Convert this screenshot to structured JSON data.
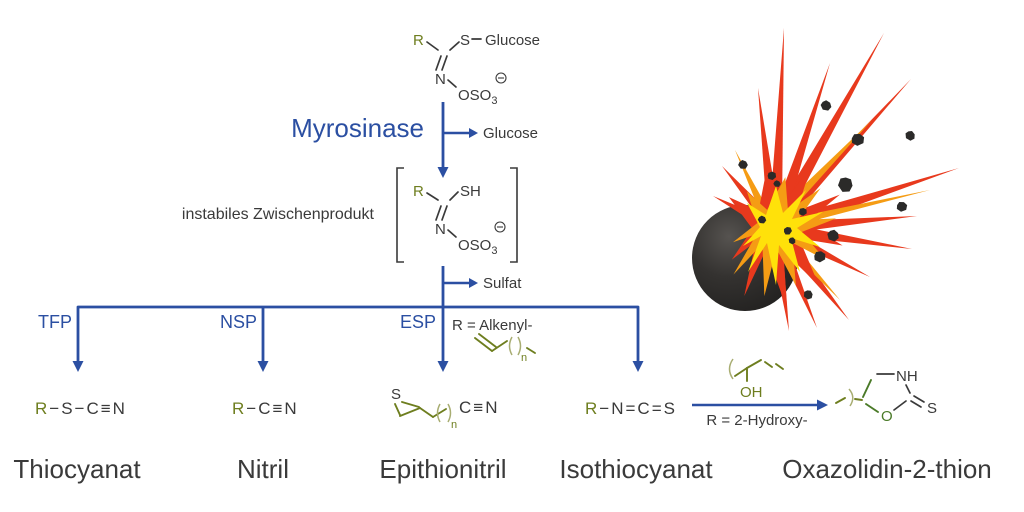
{
  "colors": {
    "arrow_blue": "#2b4fa2",
    "text_ink": "#3a3a3a",
    "r_group_olive": "#6e7e1f",
    "oxygen_green": "#4a7a28",
    "explosion_red": "#e8391d",
    "explosion_orange": "#f59c14",
    "explosion_yellow": "#ffe10a",
    "bomb_black": "#2b2a29"
  },
  "scheme": {
    "substrate": {
      "r": "R",
      "s": "S",
      "glucose": "Glucose",
      "n": "N",
      "oso": "OSO",
      "three": "3"
    },
    "enzyme": "Myrosinase",
    "released_glucose": "Glucose",
    "intermediate_caption": "instabiles Zwischenprodukt",
    "intermediate": {
      "r": "R",
      "sh": "SH",
      "n": "N",
      "oso": "OSO",
      "three": "3"
    },
    "released_sulfate": "Sulfat",
    "pathways": {
      "tfp": "TFP",
      "nsp": "NSP",
      "esp": "ESP"
    },
    "esp_condition": "R = Alkenyl-",
    "alkenyl_index": "n",
    "hydroxy_condition": "R = 2-Hydroxy-",
    "hydroxy_oh": "OH",
    "products": {
      "thiocyanat": {
        "r": "R",
        "formula": "−S−C≡N",
        "name": "Thiocyanat"
      },
      "nitril": {
        "r": "R",
        "formula": "−C≡N",
        "name": "Nitril"
      },
      "epithionitril": {
        "s": "S",
        "index": "n",
        "cn": "C≡N",
        "name": "Epithionitril"
      },
      "isothiocyanat": {
        "r": "R",
        "formula": "−N=C=S",
        "name": "Isothiocyanat"
      },
      "oxazolidinthion": {
        "nh": "NH",
        "s": "S",
        "o": "O",
        "name": "Oxazolidin-2-thion"
      }
    }
  }
}
